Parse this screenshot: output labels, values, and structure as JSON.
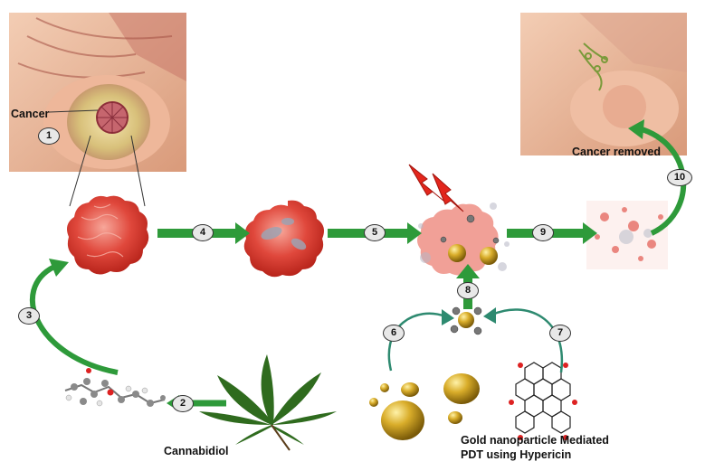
{
  "labels": {
    "cancer": "Cancer",
    "cancer_removed": "Cancer removed",
    "cannabidiol": "Cannabidiol",
    "pdt_line1": "Gold nanoparticle Mediated",
    "pdt_line2": "PDT using Hypericin"
  },
  "steps": [
    "1",
    "2",
    "3",
    "4",
    "5",
    "6",
    "7",
    "8",
    "9",
    "10"
  ],
  "icons": {
    "breast_before": "breast-with-tumor-illustration",
    "breast_after": "breast-after-treatment-illustration",
    "tumor": "tumor-cell-cluster",
    "lightning": "light-lightning-bolt",
    "nanoparticle": "gold-nanoparticle",
    "molecule_cbd": "cannabidiol-molecule",
    "molecule_hypericin": "hypericin-molecule",
    "leaf": "cannabis-leaf"
  },
  "colors": {
    "arrow_green": "#2e9a3a",
    "tumor_red": "#e0483c",
    "gold": "#c99a1d",
    "lightning_red": "#e3261c",
    "leaf_green": "#2f6b1e",
    "skin": "#e9b89a"
  }
}
